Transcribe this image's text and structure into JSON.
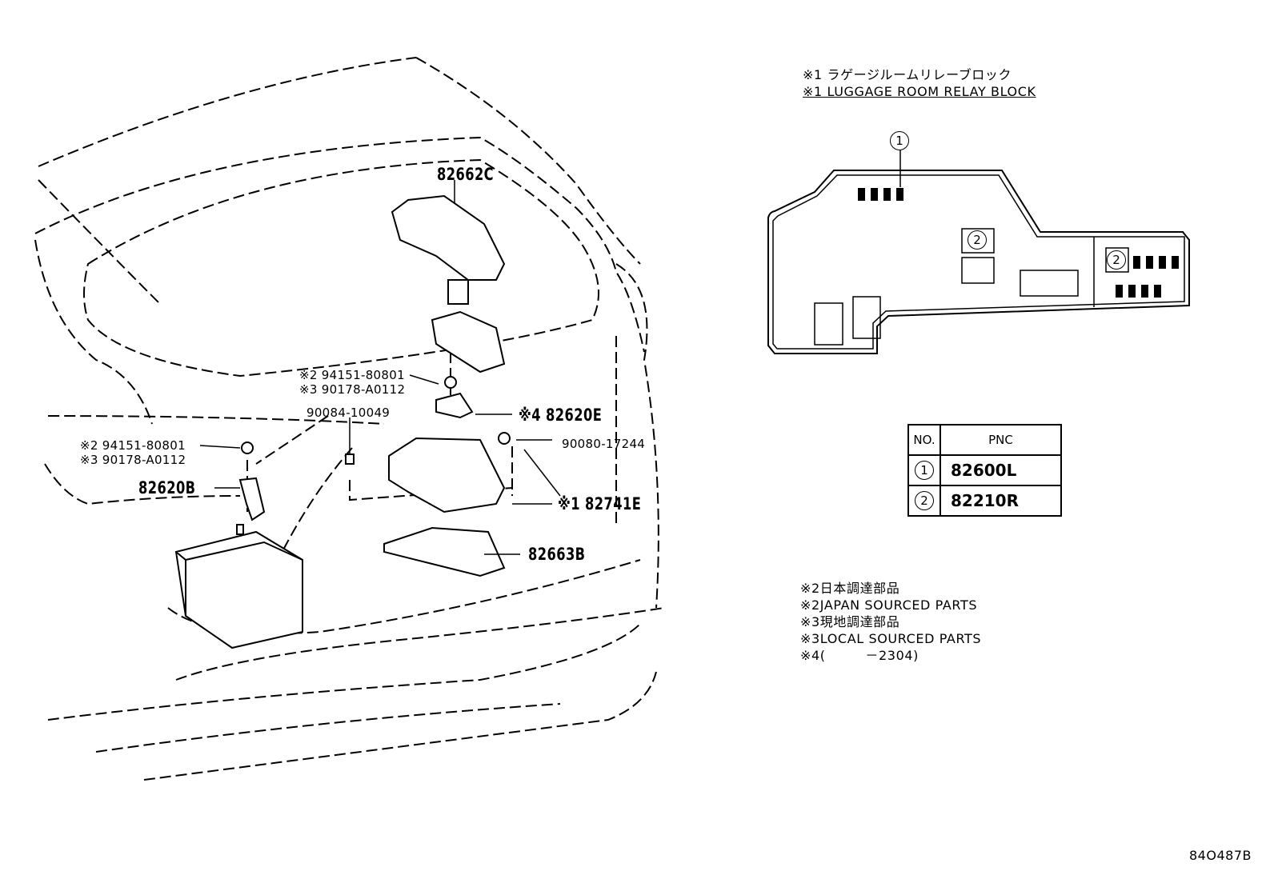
{
  "relay_block": {
    "title_jp": "※1 ラゲージルームリレーブロック",
    "title_en": "※1 LUGGAGE ROOM RELAY BLOCK",
    "callout_1": "1",
    "callout_2a": "2",
    "callout_2b": "2"
  },
  "pnc_table": {
    "header_no": "NO.",
    "header_pnc": "PNC",
    "rows": [
      {
        "no": "1",
        "pnc": "82600L"
      },
      {
        "no": "2",
        "pnc": "82210R"
      }
    ]
  },
  "parts": {
    "p_82662C": "82662C",
    "p_94151_top": "※2 94151-80801",
    "p_90178_top": "※3 90178-A0112",
    "p_90084": "90084-10049",
    "p_82620E": "※4 82620E",
    "p_90080": "90080-17244",
    "p_94151_left": "※2 94151-80801",
    "p_90178_left": "※3 90178-A0112",
    "p_82620B": "82620B",
    "p_82741E": "※1 82741E",
    "p_82663B": "82663B"
  },
  "notes": [
    "※2日本調達部品",
    "※2JAPAN SOURCED PARTS",
    "※3現地調達部品",
    "※3LOCAL SOURCED PARTS",
    "※4(　　　－2304)"
  ],
  "drawing_code": "84O487B"
}
